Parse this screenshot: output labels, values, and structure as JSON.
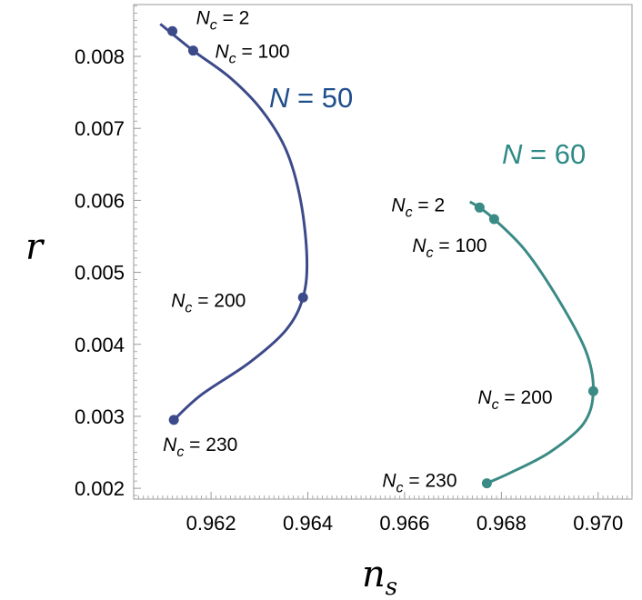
{
  "chart_data": {
    "type": "line",
    "title": "",
    "xlabel": "n",
    "xlabel_subscript": "s",
    "ylabel": "r",
    "xlim": [
      0.9604,
      0.9707
    ],
    "ylim": [
      0.00185,
      0.00872
    ],
    "x_ticks": [
      {
        "value": 0.962,
        "label": "0.962"
      },
      {
        "value": 0.964,
        "label": "0.964"
      },
      {
        "value": 0.966,
        "label": "0.966"
      },
      {
        "value": 0.968,
        "label": "0.968"
      },
      {
        "value": 0.97,
        "label": "0.970"
      }
    ],
    "y_ticks": [
      {
        "value": 0.002,
        "label": "0.002"
      },
      {
        "value": 0.003,
        "label": "0.003"
      },
      {
        "value": 0.004,
        "label": "0.004"
      },
      {
        "value": 0.005,
        "label": "0.005"
      },
      {
        "value": 0.006,
        "label": "0.006"
      },
      {
        "value": 0.007,
        "label": "0.007"
      },
      {
        "value": 0.008,
        "label": "0.008"
      }
    ],
    "grid": false,
    "series": [
      {
        "name": "N = 50",
        "color": "#3d4a8a",
        "label_color": "#1f4e8c",
        "curve": [
          [
            0.96095,
            0.00845
          ],
          [
            0.96163,
            0.00808
          ],
          [
            0.9624,
            0.0077
          ],
          [
            0.96305,
            0.00725
          ],
          [
            0.96355,
            0.0067
          ],
          [
            0.96385,
            0.006
          ],
          [
            0.96398,
            0.0052
          ],
          [
            0.9639,
            0.00465
          ],
          [
            0.96355,
            0.0042
          ],
          [
            0.9628,
            0.00375
          ],
          [
            0.9618,
            0.0033
          ],
          [
            0.96123,
            0.00295
          ]
        ],
        "points": [
          {
            "ns": 0.9612,
            "r": 0.00835,
            "nc_value": "2"
          },
          {
            "ns": 0.96163,
            "r": 0.00808,
            "nc_value": "100"
          },
          {
            "ns": 0.9639,
            "r": 0.00465,
            "nc_value": "200"
          },
          {
            "ns": 0.96123,
            "r": 0.00295,
            "nc_value": "230"
          }
        ]
      },
      {
        "name": "N = 60",
        "color": "#3a8a85",
        "label_color": "#2e8b86",
        "curve": [
          [
            0.96735,
            0.00598
          ],
          [
            0.96755,
            0.0059
          ],
          [
            0.96785,
            0.00574
          ],
          [
            0.9685,
            0.0053
          ],
          [
            0.9692,
            0.0046
          ],
          [
            0.96975,
            0.0039
          ],
          [
            0.9699,
            0.00335
          ],
          [
            0.9697,
            0.0029
          ],
          [
            0.969,
            0.0025
          ],
          [
            0.9682,
            0.00222
          ],
          [
            0.9677,
            0.00207
          ]
        ],
        "points": [
          {
            "ns": 0.96755,
            "r": 0.0059,
            "nc_value": "2"
          },
          {
            "ns": 0.96785,
            "r": 0.00574,
            "nc_value": "100"
          },
          {
            "ns": 0.9699,
            "r": 0.00335,
            "nc_value": "200"
          },
          {
            "ns": 0.9677,
            "r": 0.00207,
            "nc_value": "230"
          }
        ]
      }
    ],
    "point_label_prefix": "N",
    "point_label_subscript": "c",
    "point_label_sep": " = ",
    "legend": "inline"
  }
}
